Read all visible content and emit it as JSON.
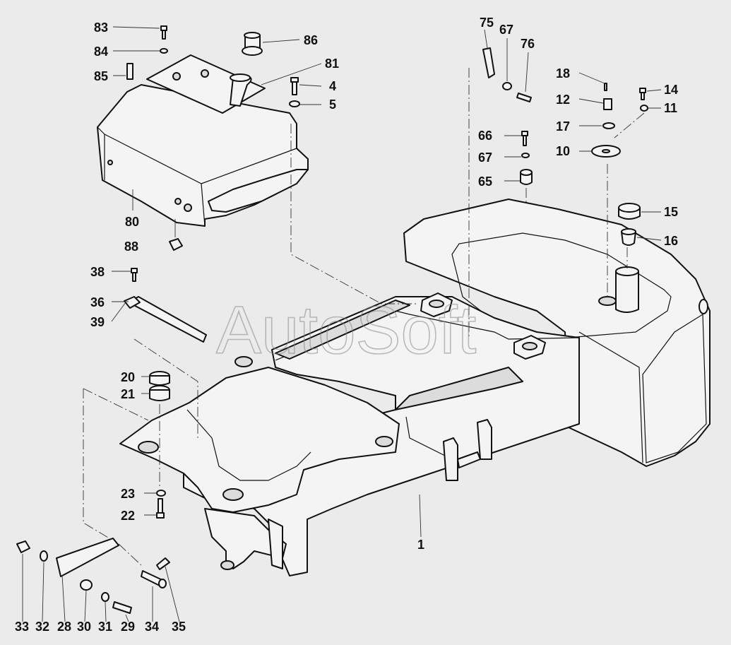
{
  "watermark": "AutoSoft",
  "callouts": [
    {
      "id": "83",
      "label": "83"
    },
    {
      "id": "84",
      "label": "84"
    },
    {
      "id": "85",
      "label": "85"
    },
    {
      "id": "86",
      "label": "86"
    },
    {
      "id": "81",
      "label": "81"
    },
    {
      "id": "4",
      "label": "4"
    },
    {
      "id": "5",
      "label": "5"
    },
    {
      "id": "80",
      "label": "80"
    },
    {
      "id": "88",
      "label": "88"
    },
    {
      "id": "75",
      "label": "75"
    },
    {
      "id": "67a",
      "label": "67"
    },
    {
      "id": "76",
      "label": "76"
    },
    {
      "id": "66",
      "label": "66"
    },
    {
      "id": "67b",
      "label": "67"
    },
    {
      "id": "65",
      "label": "65"
    },
    {
      "id": "18",
      "label": "18"
    },
    {
      "id": "12",
      "label": "12"
    },
    {
      "id": "17",
      "label": "17"
    },
    {
      "id": "10",
      "label": "10"
    },
    {
      "id": "14",
      "label": "14"
    },
    {
      "id": "11",
      "label": "11"
    },
    {
      "id": "15",
      "label": "15"
    },
    {
      "id": "16",
      "label": "16"
    },
    {
      "id": "38",
      "label": "38"
    },
    {
      "id": "36",
      "label": "36"
    },
    {
      "id": "39",
      "label": "39"
    },
    {
      "id": "20",
      "label": "20"
    },
    {
      "id": "21",
      "label": "21"
    },
    {
      "id": "23",
      "label": "23"
    },
    {
      "id": "22",
      "label": "22"
    },
    {
      "id": "1",
      "label": "1"
    },
    {
      "id": "33",
      "label": "33"
    },
    {
      "id": "32",
      "label": "32"
    },
    {
      "id": "28",
      "label": "28"
    },
    {
      "id": "30",
      "label": "30"
    },
    {
      "id": "31",
      "label": "31"
    },
    {
      "id": "29",
      "label": "29"
    },
    {
      "id": "34",
      "label": "34"
    },
    {
      "id": "35",
      "label": "35"
    }
  ]
}
